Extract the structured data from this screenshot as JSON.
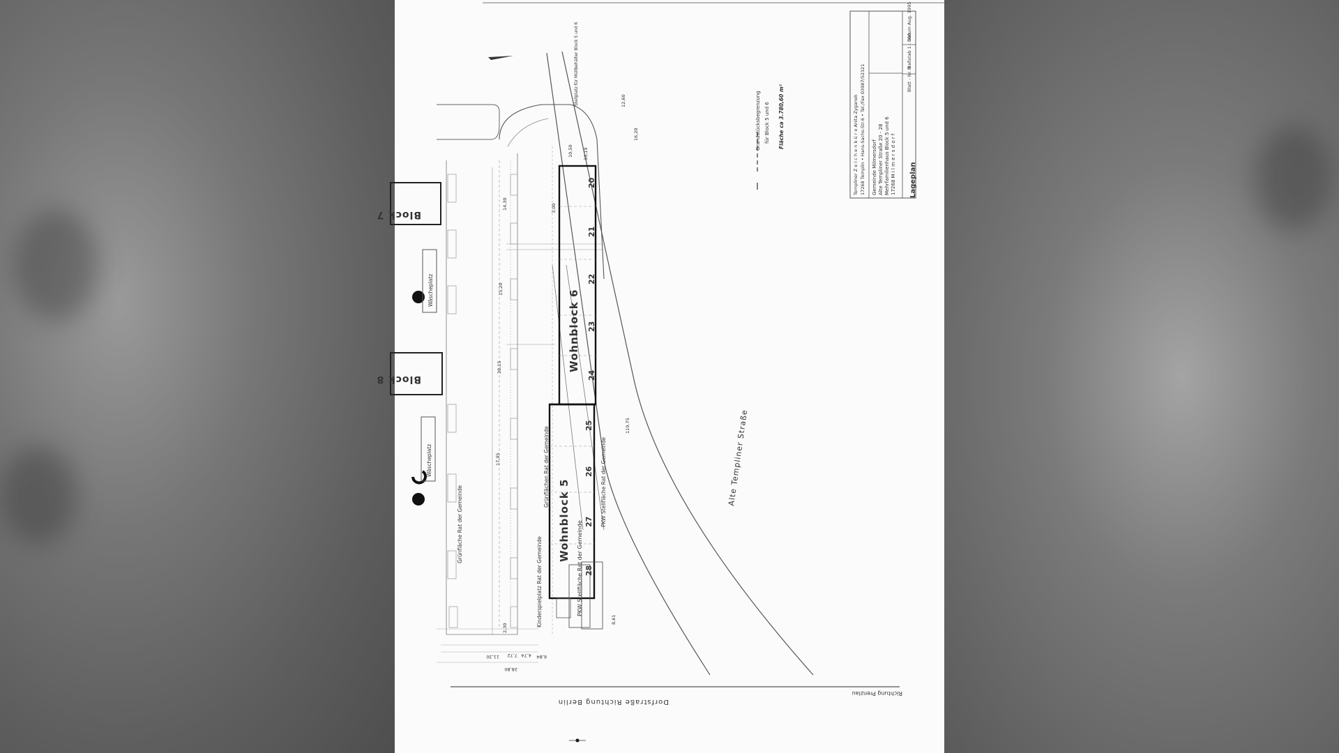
{
  "blocks": {
    "block_7": "Block 7",
    "block_8": "Block 8",
    "wohnblock_6": "Wohnblock 6",
    "wohnblock_5": "Wohnblock 5"
  },
  "house_numbers": [
    "20",
    "21",
    "22",
    "23",
    "24",
    "25",
    "26",
    "27",
    "28"
  ],
  "labels": {
    "waescheplatz": "Wäscheplatz",
    "parking_top": "Stellplatz für Müllbehälter Block 5 und 6",
    "gruenflaeche_left": "Grünfläche Rat der Gemeinde",
    "gruenflaeche_mid": "Grünflächen Rat der Gemeinde",
    "pkw_1": "PKW Stellfläche Rat der Gemeinde",
    "pkw_2": "PKW Stellfläche Rat der Gemeinde",
    "kinderspielplatz": "Kinderspielplatz Rat der Gemeinde",
    "street_main": "Alte Templiner Straße",
    "street_bottom": "Dorfstraße Richtung Berlin",
    "direction_prenzlau": "Richtung Prenzlau",
    "boundary_line1": "Grundstücksbegrenzung",
    "boundary_line2": "für Block 5 und 6",
    "area": "Fläche ca 3.780,60 m²"
  },
  "dimensions": [
    "14,30",
    "15,20",
    "28,15",
    "17,95",
    "119,75",
    "16,20",
    "12,60",
    "2,30",
    "11,30",
    "28,80",
    "6,84",
    "4,74",
    "7,72",
    "8,61",
    "10,19",
    "10,50",
    "3,00"
  ],
  "title_block": {
    "office": "Templiner  Z e i c h e n b ü r o   Anita  Zyganek",
    "address": "17268 Templin • Hans-Sachs-Str.6 • Tel./Fax 03987/52321",
    "project_1": "Gemeinde Milmersdorf",
    "project_2": "Alte Templiner Straße   20 - 28",
    "project_3": "Mehrfamilienhaus Block 5 und 6",
    "project_4": "17268  M i l m e r s d o r f",
    "drawing": "Lageplan",
    "scale": "Maßstab   1 : 500",
    "date": "Datum  Aug. 1995",
    "sheet": "Blatt - Nr.  1"
  }
}
